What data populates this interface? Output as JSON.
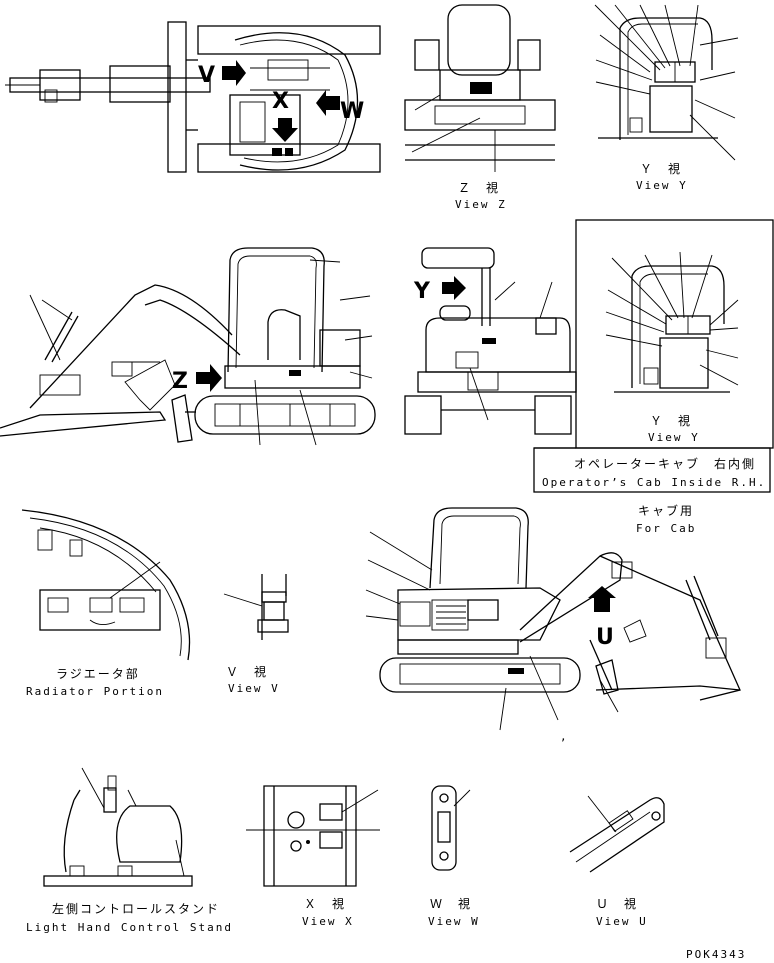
{
  "diagram": {
    "labels": {
      "view_z_jp": "Ｚ　視",
      "view_z_en": "View Z",
      "view_y_top_jp": "Ｙ　視",
      "view_y_top_en": "View Y",
      "view_y_cab_jp": "Ｙ　視",
      "view_y_cab_en": "View Y",
      "cab_inside_jp": "オペレーターキャブ　右内側",
      "cab_inside_en": "Operator’s Cab Inside R.H.",
      "for_cab_jp": "キャブ用",
      "for_cab_en": "For Cab",
      "radiator_jp": "ラジエータ部",
      "radiator_en": "Radiator Portion",
      "view_v_jp": "Ｖ　視",
      "view_v_en": "View V",
      "stand_jp": "左側コントロールスタンド",
      "stand_en": "Light Hand Control Stand",
      "view_x_jp": "Ｘ　視",
      "view_x_en": "View X",
      "view_w_jp": "Ｗ　視",
      "view_w_en": "View W",
      "view_u_jp": "Ｕ　視",
      "view_u_en": "View U",
      "drawing_no": "POK4343",
      "comma": ","
    },
    "callouts": {
      "v": "V",
      "x": "X",
      "w": "W",
      "z": "Z",
      "y": "Y",
      "u": "U"
    }
  }
}
